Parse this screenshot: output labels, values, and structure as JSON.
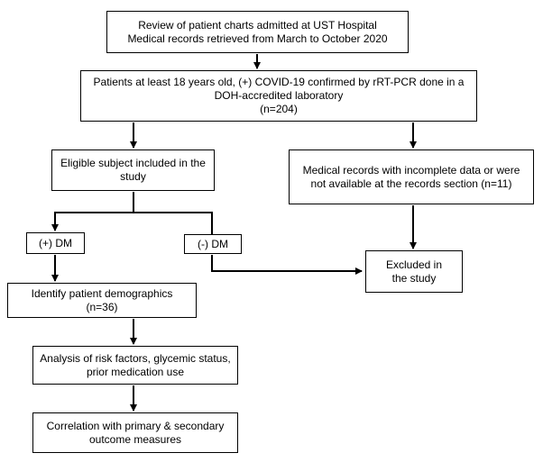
{
  "nodes": {
    "review": {
      "line1": "Review of patient charts admitted at UST Hospital",
      "line2": "Medical records retrieved from March to October 2020"
    },
    "patients": {
      "line1": "Patients at least 18 years old, (+) COVID-19 confirmed by rRT-PCR done in a",
      "line2": "DOH-accredited laboratory",
      "line3": "(n=204)"
    },
    "eligible": {
      "line1": "Eligible subject included in the",
      "line2": "study"
    },
    "incomplete": {
      "line1": "Medical records with incomplete data or were",
      "line2": "not available at the records section (n=11)"
    },
    "dm_pos": {
      "label": "(+) DM"
    },
    "dm_neg": {
      "label": "(-) DM"
    },
    "excluded": {
      "line1": "Excluded in",
      "line2": "the study"
    },
    "demographics": {
      "line1": "Identify patient demographics",
      "line2": "(n=36)"
    },
    "analysis": {
      "line1": "Analysis of risk factors, glycemic status,",
      "line2": "prior medication use"
    },
    "correlation": {
      "line1": "Correlation with primary & secondary",
      "line2": "outcome measures"
    }
  }
}
